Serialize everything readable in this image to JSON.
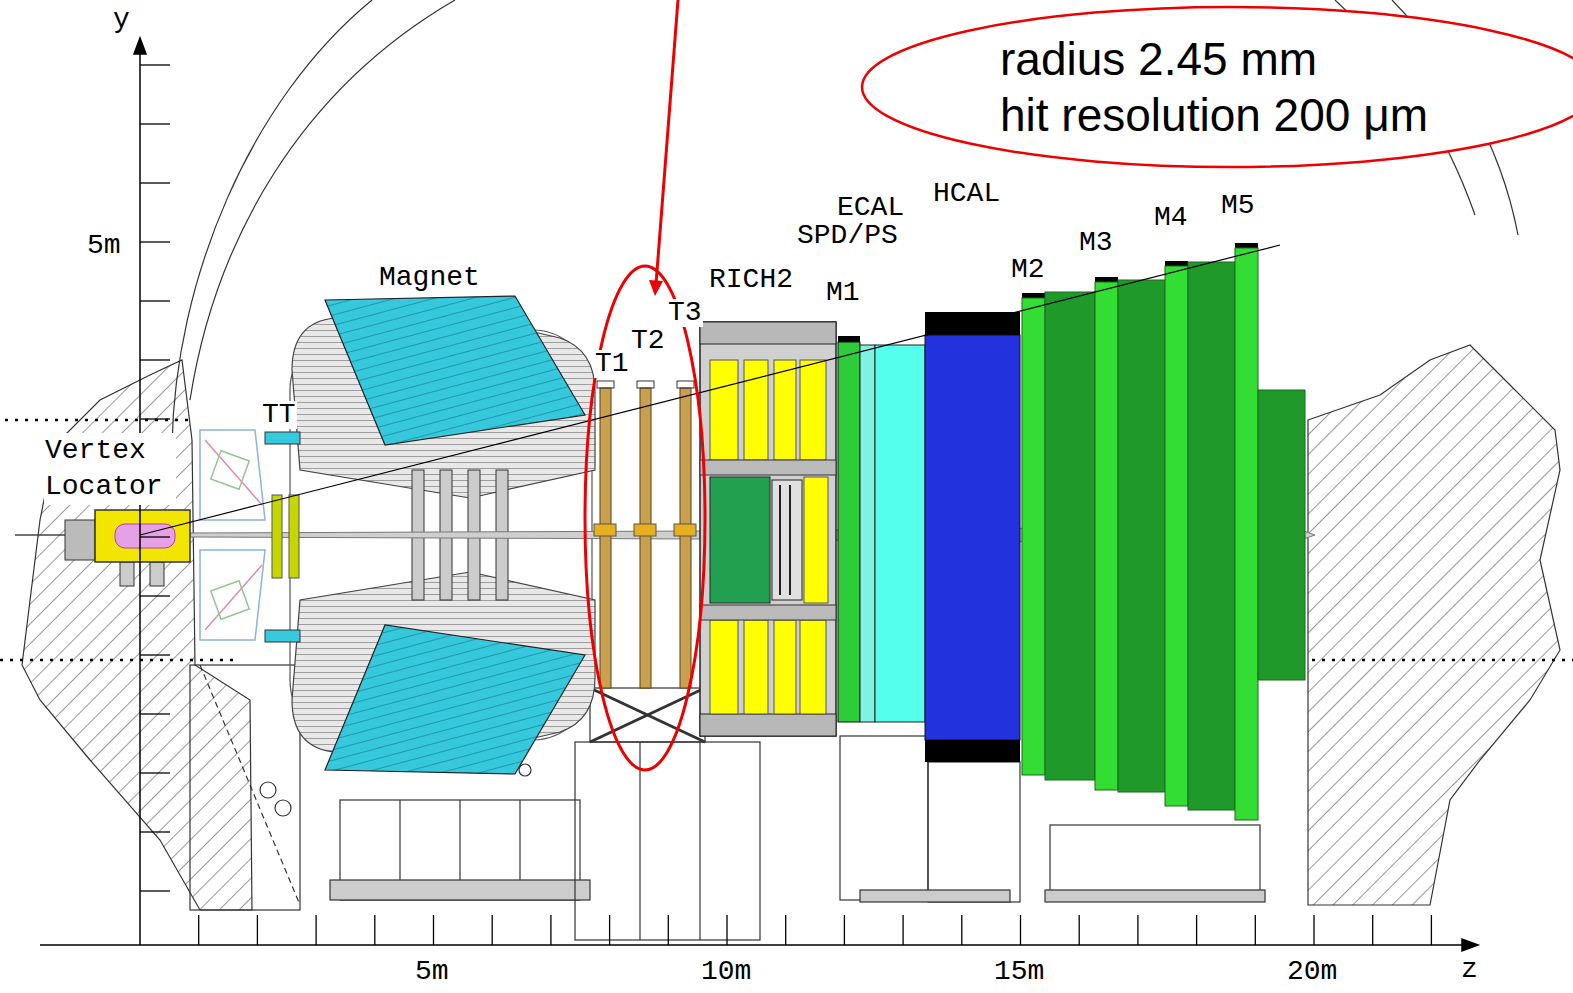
{
  "diagram": {
    "nodes": [
      {
        "text": [
          "radius 2.45 mm",
          "hit resolution 200 μm"
        ]
      }
    ],
    "labels": [
      "y",
      "HCAL",
      "ECAL",
      "M5",
      "M4",
      "SPD/PS",
      "M3",
      "5m",
      "Magnet",
      "M2",
      "RICH2",
      "M1",
      "T3",
      "T2",
      "T1",
      "TT",
      "Vertex Locator",
      "5m",
      "10m",
      "15m",
      "20m",
      "z"
    ]
  }
}
